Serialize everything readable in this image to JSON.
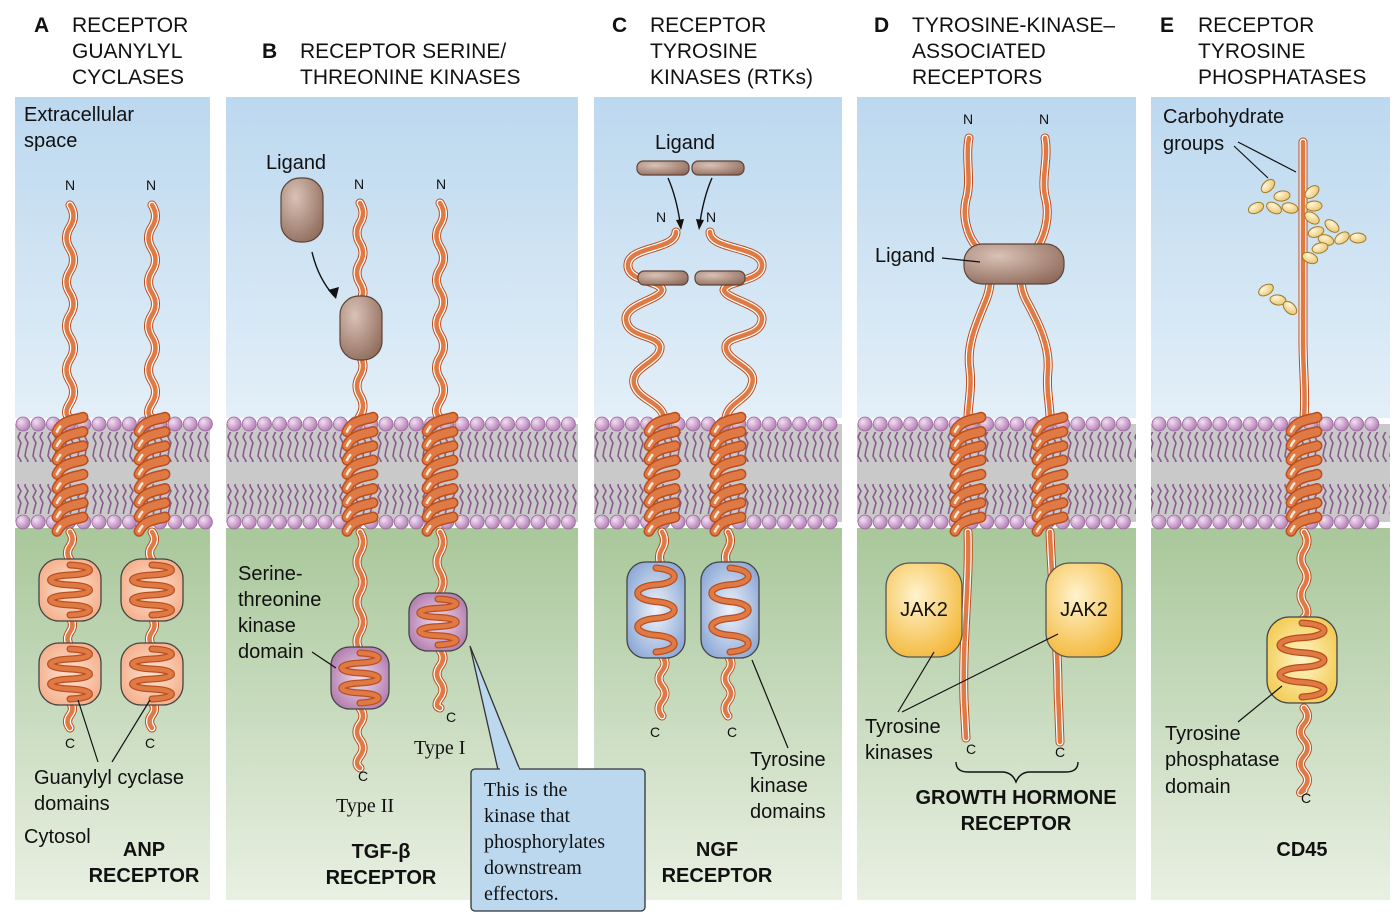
{
  "panels": [
    {
      "letter": "A",
      "title_lines": [
        "RECEPTOR",
        "GUANYLYL",
        "CYCLASES"
      ],
      "receptor_name_lines": [
        "ANP",
        "RECEPTOR"
      ],
      "labels": {
        "extracellular": [
          "Extracellular",
          "space"
        ],
        "cytosol": "Cytosol",
        "domains": [
          "Guanylyl cyclase",
          "domains"
        ],
        "n_terminus": "N",
        "c_terminus": "C"
      }
    },
    {
      "letter": "B",
      "title_lines": [
        "RECEPTOR SERINE/",
        "THREONINE KINASES"
      ],
      "receptor_name_lines": [
        "TGF-β",
        "RECEPTOR"
      ],
      "labels": {
        "ligand": "Ligand",
        "domain": [
          "Serine-",
          "threonine",
          "kinase",
          "domain"
        ],
        "type_one": "Type I",
        "type_two": "Type II",
        "n_terminus": "N",
        "c_terminus": "C",
        "callout": [
          "This is the",
          "kinase that",
          "phosphorylates",
          "downstream",
          "effectors."
        ]
      }
    },
    {
      "letter": "C",
      "title_lines": [
        "RECEPTOR",
        "TYROSINE",
        "KINASES (RTKs)"
      ],
      "receptor_name_lines": [
        "NGF",
        "RECEPTOR"
      ],
      "labels": {
        "ligand": "Ligand",
        "domains": [
          "Tyrosine",
          "kinase",
          "domains"
        ],
        "n_terminus": "N",
        "c_terminus": "C"
      }
    },
    {
      "letter": "D",
      "title_lines": [
        "TYROSINE-KINASE–",
        "ASSOCIATED",
        "RECEPTORS"
      ],
      "receptor_name_lines": [
        "GROWTH HORMONE",
        "RECEPTOR"
      ],
      "labels": {
        "ligand": "Ligand",
        "kinase_name": "JAK2",
        "kinases": [
          "Tyrosine",
          "kinases"
        ],
        "n_terminus": "N",
        "c_terminus": "C"
      }
    },
    {
      "letter": "E",
      "title_lines": [
        "RECEPTOR",
        "TYROSINE",
        "PHOSPHATASES"
      ],
      "receptor_name_lines": [
        "CD45"
      ],
      "labels": {
        "carbohydrate": [
          "Carbohydrate",
          "groups"
        ],
        "domain": [
          "Tyrosine",
          "phosphatase",
          "domain"
        ],
        "c_terminus": "C"
      }
    }
  ],
  "colors": {
    "extracellular_top": "#bcd8ef",
    "extracellular_bottom": "#e6f1f9",
    "cytosol_top": "#a9c79b",
    "cytosol_bottom": "#e7efe0",
    "membrane": "#c9c9c9",
    "lipid_head": "#c79ac8",
    "lipid_tail": "#8a5a8d",
    "chain": "#e07a45",
    "chain_light": "#ffe8d6",
    "ligand": "#a58272",
    "guanylyl_domain": "#f6b998",
    "serine_domain": "#b185b6",
    "tyrosine_domain": "#8fa9d6",
    "jak": "#f7c64a",
    "phosphatase": "#f5d45e",
    "callout_bg": "#bcd8ef"
  }
}
